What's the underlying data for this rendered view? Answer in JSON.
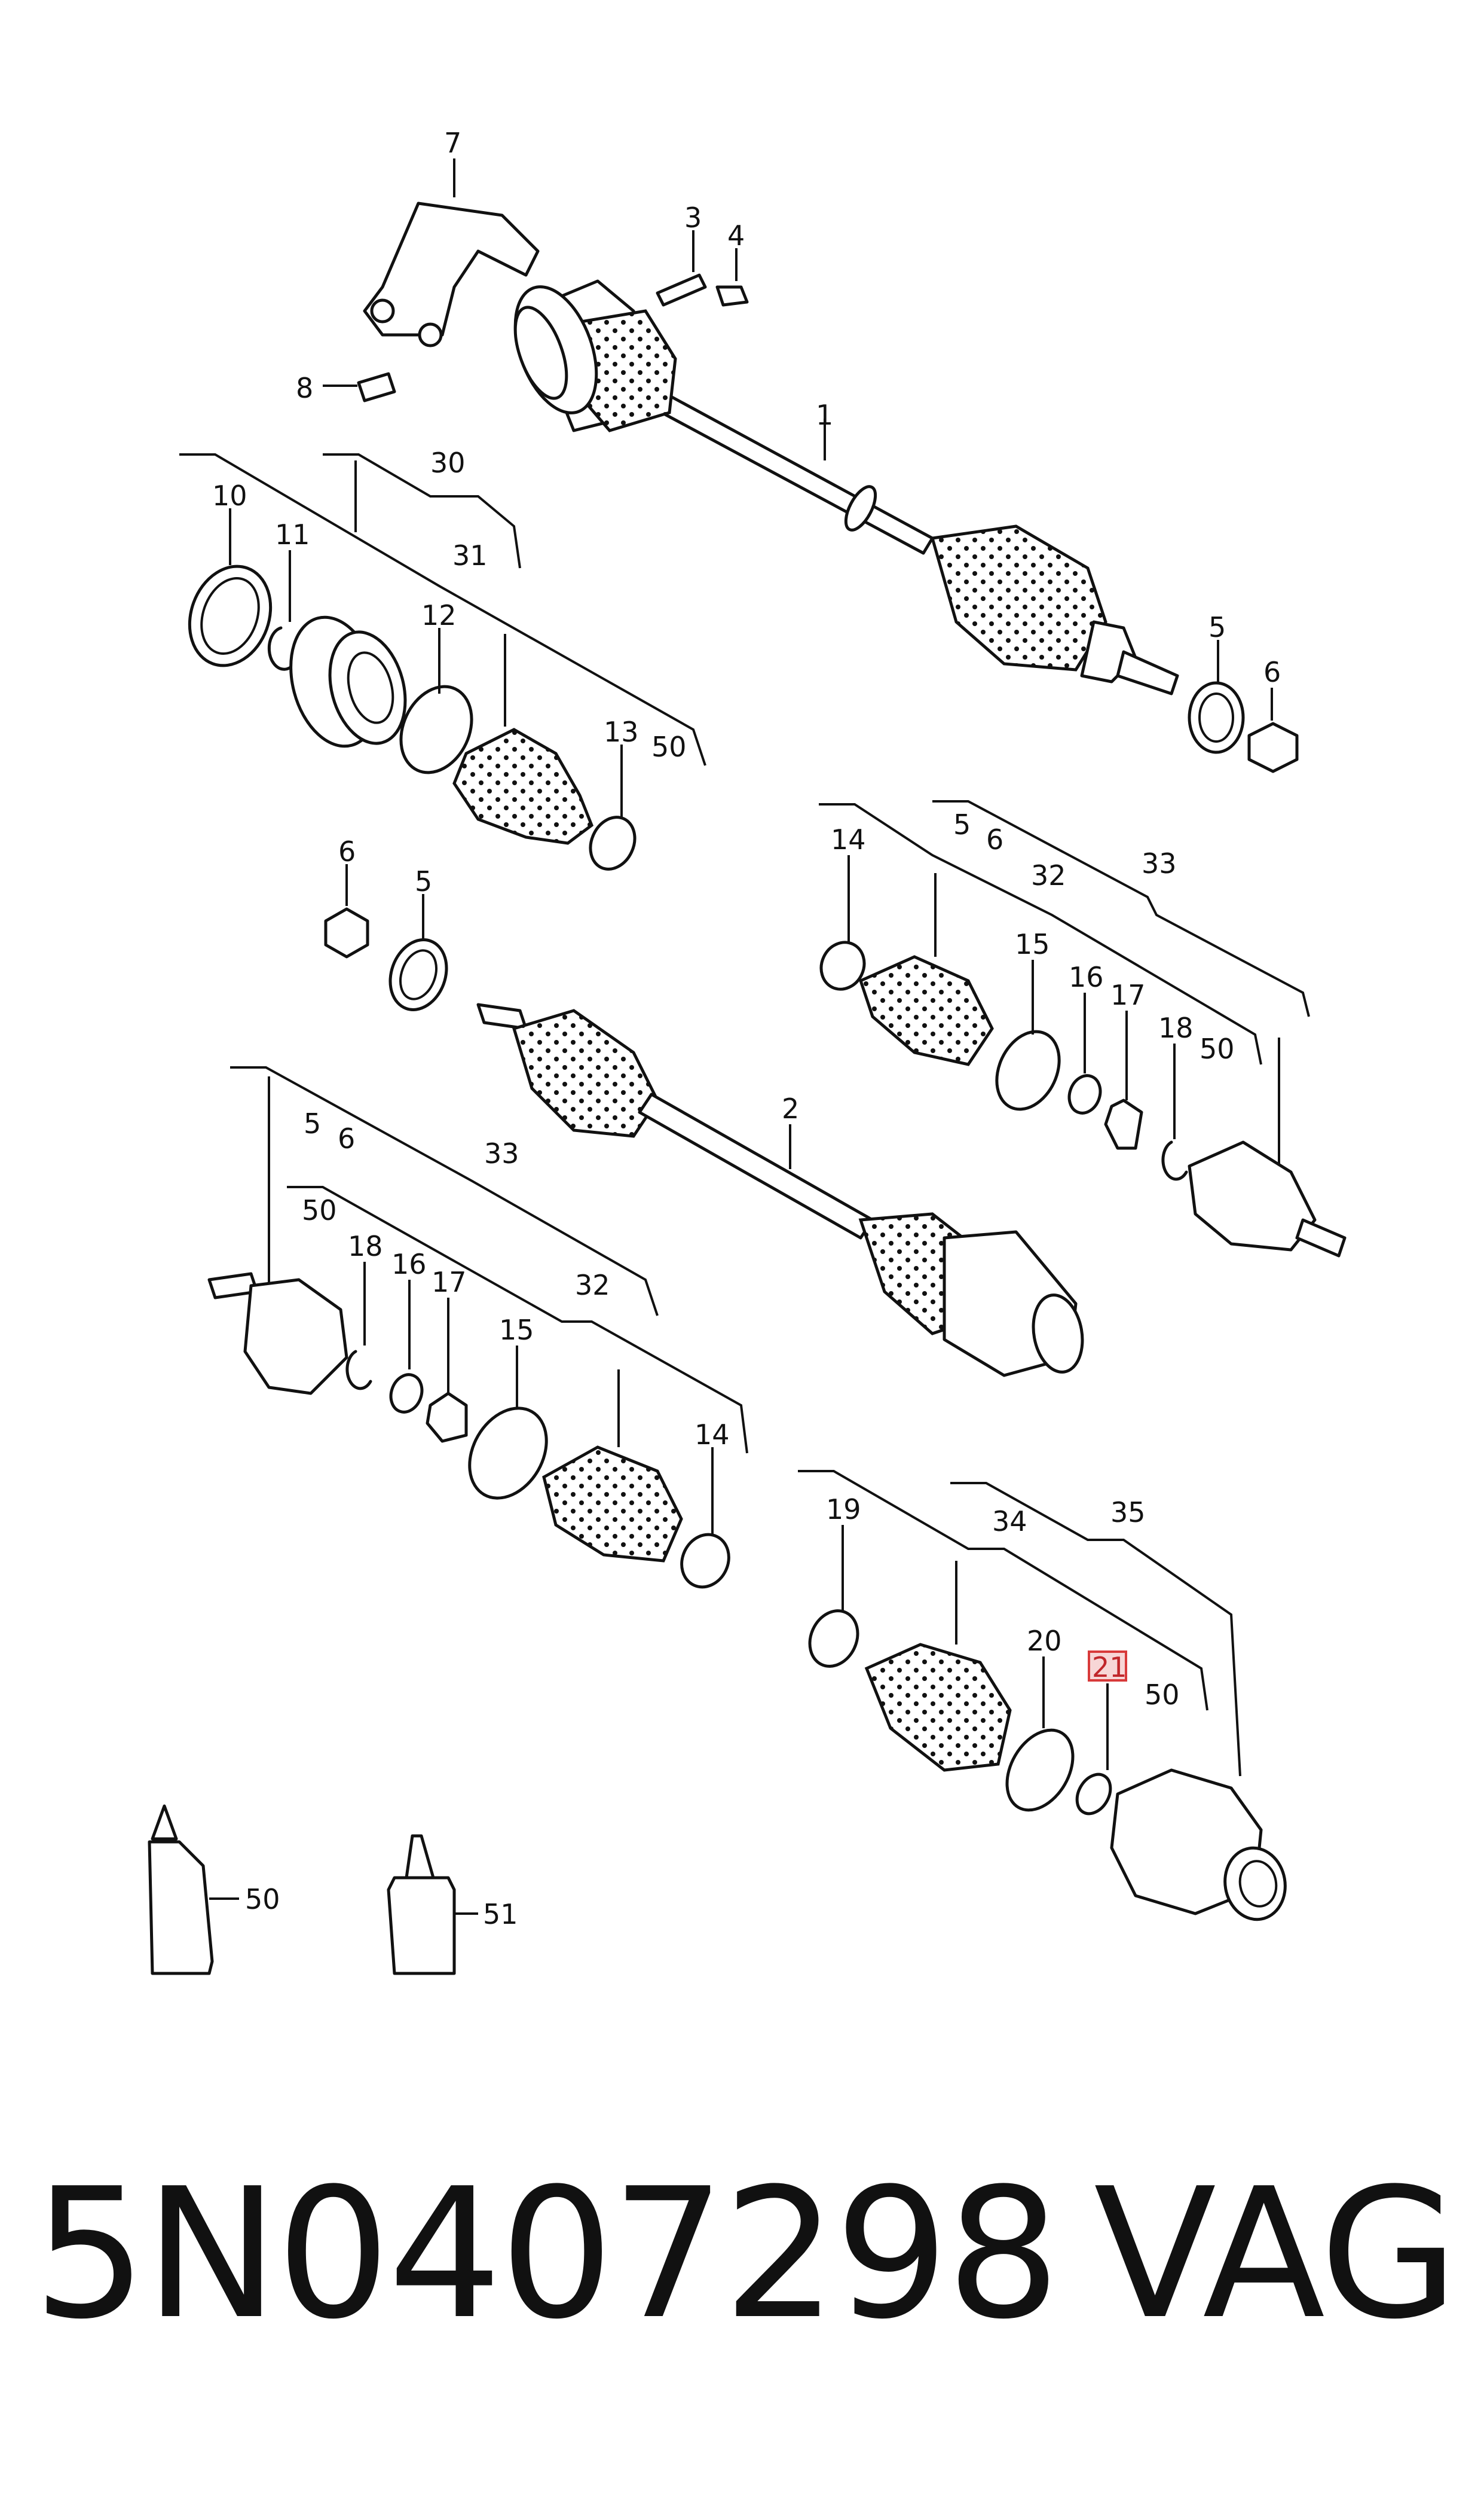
{
  "labels": {
    "l1": "1",
    "l2": "2",
    "l3": "3",
    "l4": "4",
    "l5a": "5",
    "l5b": "5",
    "l5c": "5",
    "l5d": "5",
    "l6a": "6",
    "l6b": "6",
    "l6c": "6",
    "l6d": "6",
    "l7": "7",
    "l8": "8",
    "l10": "10",
    "l11": "11",
    "l12": "12",
    "l13": "13",
    "l14a": "14",
    "l14b": "14",
    "l15a": "15",
    "l15b": "15",
    "l16a": "16",
    "l16b": "16",
    "l17a": "17",
    "l17b": "17",
    "l18a": "18",
    "l18b": "18",
    "l19": "19",
    "l20": "20",
    "l21": "21",
    "l30": "30",
    "l31": "31",
    "l32a": "32",
    "l32b": "32",
    "l33a": "33",
    "l33b": "33",
    "l34": "34",
    "l35": "35",
    "l50a": "50",
    "l50b": "50",
    "l50c": "50",
    "l50d": "50",
    "l50e": "50",
    "l51": "51"
  },
  "highlight_color": "#d83a3a",
  "footer": {
    "part_number": "5N0407298",
    "brand": "VAG"
  }
}
